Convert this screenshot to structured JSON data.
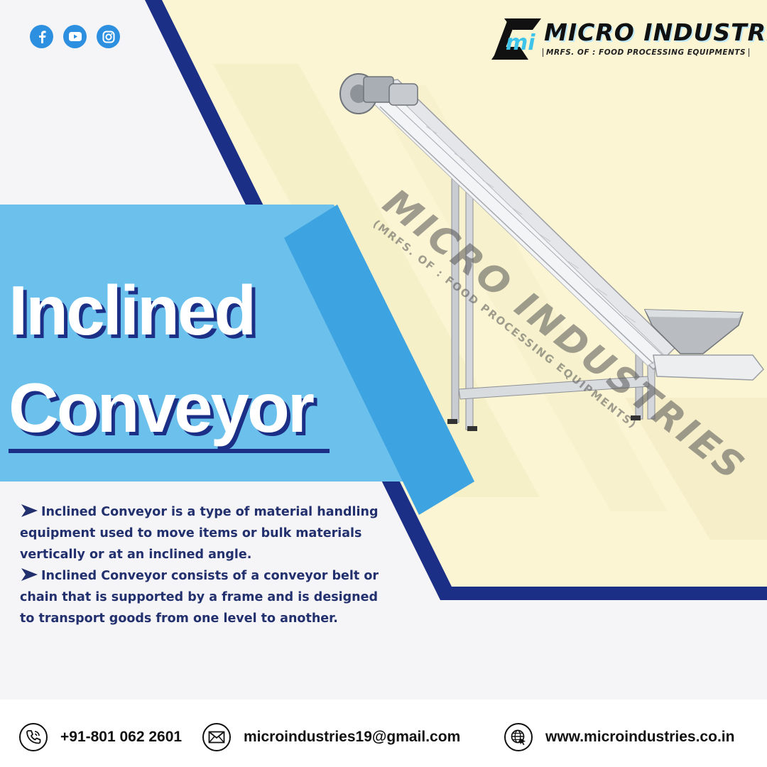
{
  "social": {
    "icons": [
      "facebook-icon",
      "youtube-icon",
      "instagram-icon"
    ]
  },
  "brand": {
    "name": "MICRO INDUSTRIES",
    "tagline": "MRFS. OF : FOOD PROCESSING EQUIPMENTS",
    "watermark_name": "MICRO INDUSTRIES",
    "watermark_tagline": "(MRFS. OF : FOOD PROCESSING EQUIPMENTS)"
  },
  "title": {
    "line1": "Inclined",
    "line2": "Conveyor"
  },
  "description": {
    "points": [
      "Inclined Conveyor is a type of material handling equipment used to move items or bulk materials vertically or at an inclined angle.",
      "Inclined Conveyor consists of a conveyor belt or chain that is supported by a frame and is designed to transport goods from one level to another."
    ]
  },
  "contact": {
    "phone": "+91-801 062 2601",
    "email": "microindustries19@gmail.com",
    "website": "www.microindustries.co.in"
  },
  "colors": {
    "navy": "#1c2f86",
    "light_blue": "#6cc0ec",
    "mid_blue": "#3ea3e1",
    "cream": "#fbf5d3",
    "page_bg": "#f5f4f7"
  }
}
